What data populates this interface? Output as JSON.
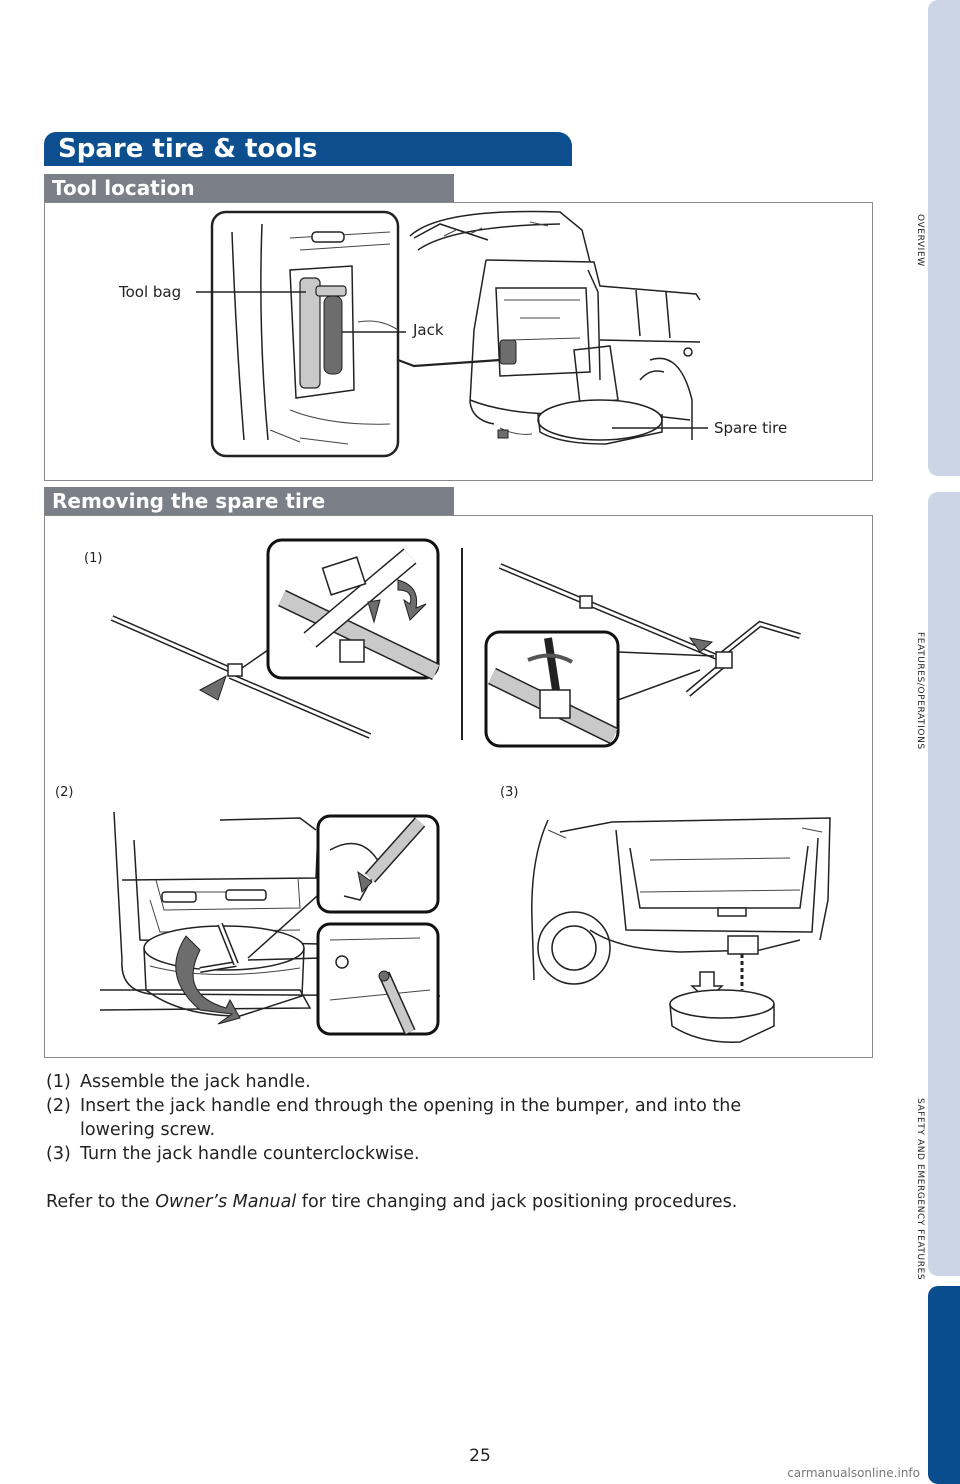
{
  "side_tabs": [
    "OVERVIEW",
    "FEATURES/OPERATIONS",
    "SAFETY AND EMERGENCY FEATURES"
  ],
  "colors": {
    "header_blue": "#0d4f8e",
    "sub_header_gray": "#7b7f87",
    "tab_light": "#ccd5e6",
    "tab_active": "#0a4d8f"
  },
  "title": "Spare tire & tools",
  "tool_location": {
    "heading": "Tool location",
    "callouts": {
      "tool_bag": "Tool bag",
      "jack": "Jack",
      "spare_tire": "Spare tire"
    }
  },
  "removing": {
    "heading": "Removing the spare tire",
    "labels": {
      "step1": "(1)",
      "step2": "(2)",
      "step3": "(3)"
    }
  },
  "instructions": [
    {
      "num": "(1)",
      "text": "Assemble the jack handle."
    },
    {
      "num": "(2)",
      "text": "Insert the jack handle end through the opening in the bumper, and into the",
      "cont": "lowering screw."
    },
    {
      "num": "(3)",
      "text": "Turn the jack handle counterclockwise."
    }
  ],
  "note": {
    "prefix": "Refer to the ",
    "emphasis": "Owner’s Manual",
    "suffix": " for tire changing and jack positioning procedures."
  },
  "page_number": "25",
  "watermark": "carmanualsonline.info"
}
